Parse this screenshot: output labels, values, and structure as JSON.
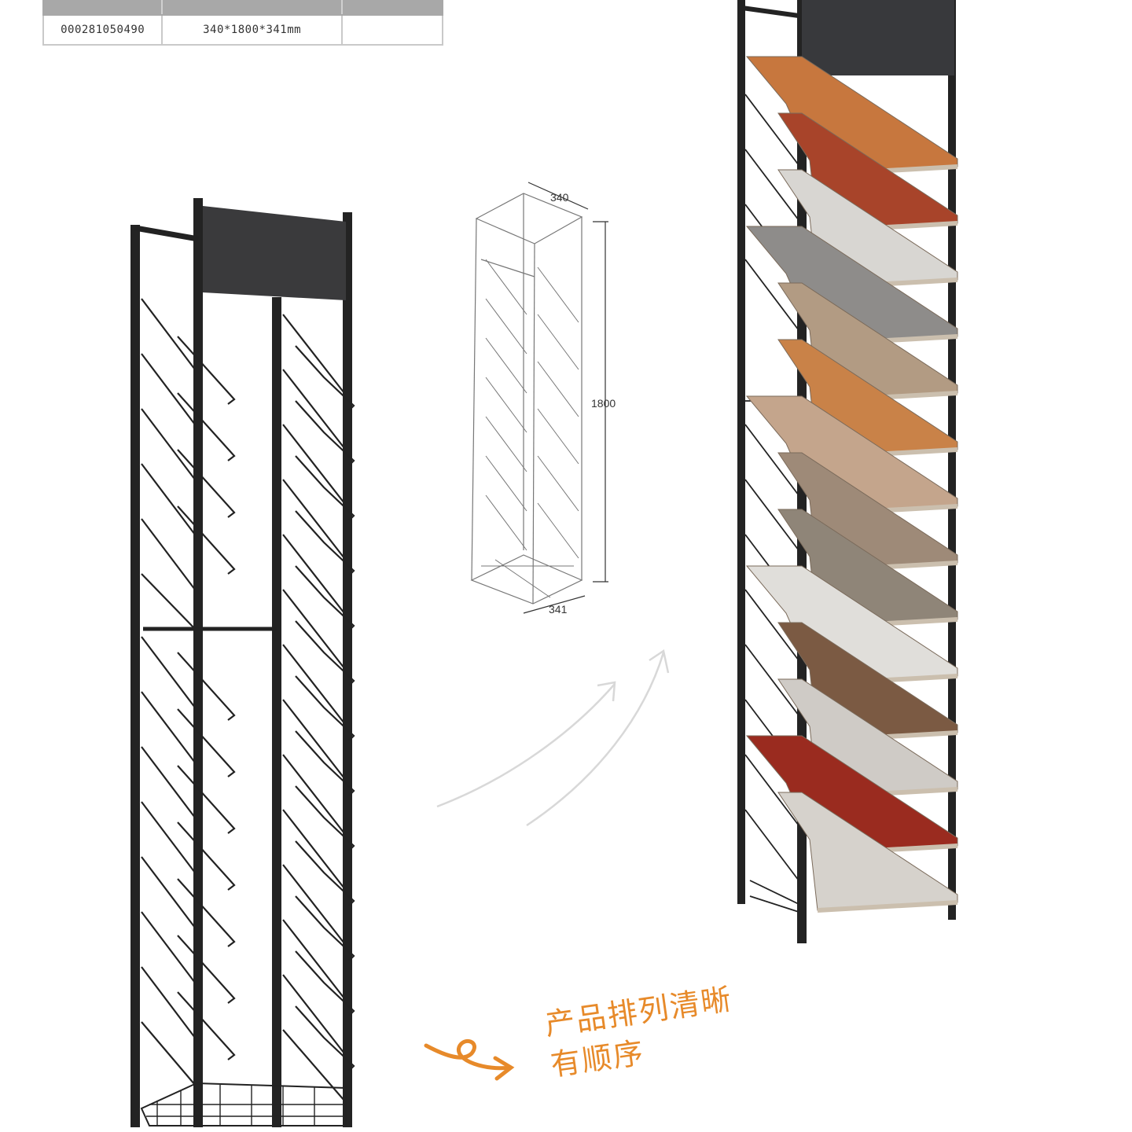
{
  "spec_table": {
    "rows": [
      {
        "code": "000281050490",
        "size": "340*1800*341mm",
        "extra": ""
      }
    ]
  },
  "drawing": {
    "width_label": "340",
    "height_label": "1800",
    "depth_label": "341"
  },
  "caption": {
    "line1": "产品排列清晰",
    "line2": "有顺序"
  },
  "colors": {
    "frame": "#2a2a2a",
    "accent": "#e78a2a",
    "panel_colors": [
      "#c7773e",
      "#a8442a",
      "#d8d6d2",
      "#8e8c8a",
      "#b29b83",
      "#c98248",
      "#c4a58c",
      "#9e8a78",
      "#8f8578",
      "#e0deda",
      "#7b5a43",
      "#cfcbc6",
      "#9a2b1f",
      "#d6d2cc"
    ]
  }
}
